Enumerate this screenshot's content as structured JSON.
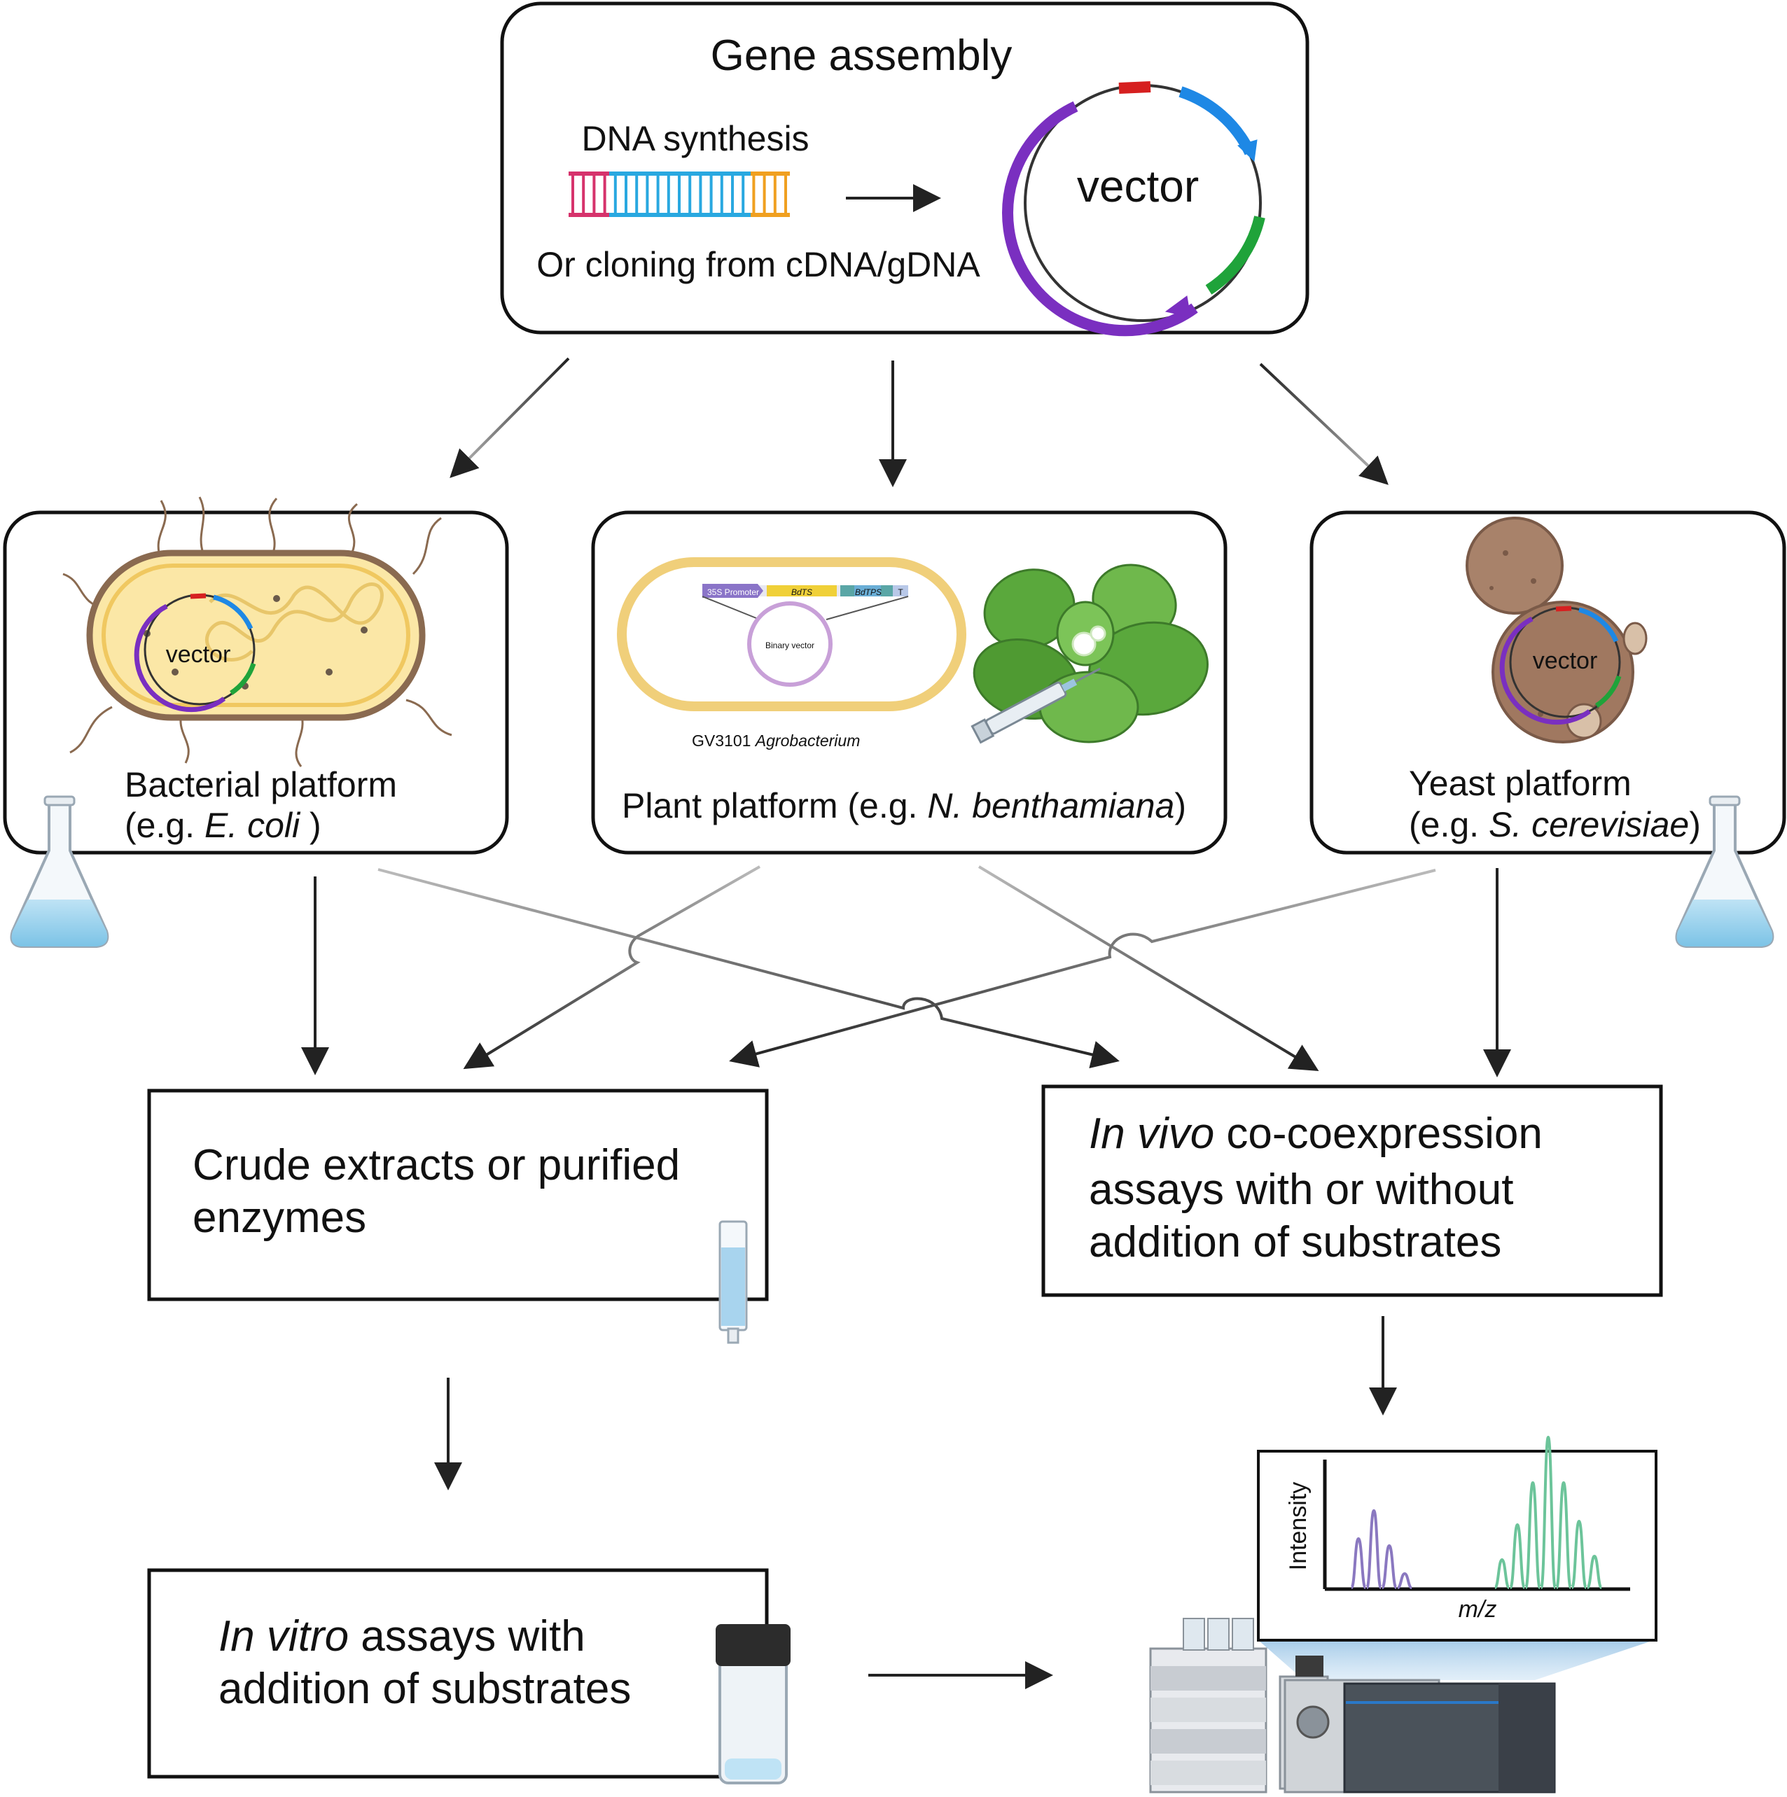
{
  "gene_assembly": {
    "title": "Gene assembly",
    "dna_synthesis": "DNA synthesis",
    "cloning": "Or cloning from cDNA/gDNA",
    "vector_label": "vector"
  },
  "platforms": {
    "bacterial": {
      "vector_label": "vector",
      "line1": "Bacterial platform",
      "line2_prefix": "(e.g. ",
      "line2_italic": "E. coli",
      "line2_suffix": " )"
    },
    "plant": {
      "binary_vector": "Binary vector",
      "agro_prefix": "GV3101 ",
      "agro_italic": "Agrobacterium",
      "line_prefix": "Plant platform (e.g. ",
      "line_italic": "N. benthamiana",
      "line_suffix": ")",
      "cassette": {
        "promoter": "35S Promoter",
        "gene_a": "BdTS",
        "gene_b": "BdTPS",
        "terminator": "T"
      }
    },
    "yeast": {
      "vector_label": "vector",
      "line1": "Yeast platform",
      "line2_prefix": "(e.g. ",
      "line2_italic": "S. cerevisiae",
      "line2_suffix": ")"
    }
  },
  "outcomes": {
    "crude": {
      "line1": "Crude extracts or purified",
      "line2": "enzymes"
    },
    "in_vivo": {
      "line1_italic": "In vivo",
      "line1_rest": " co-coexpression",
      "line2": "assays with or without",
      "line3": "addition of substrates"
    },
    "in_vitro": {
      "line1_italic": "In vitro",
      "line1_rest": " assays with",
      "line2": "addition of substrates"
    }
  },
  "ms_plot": {
    "ylabel": "Intensity",
    "xlabel": "m/z"
  },
  "colors": {
    "dna_left": "#d6336c",
    "dna_mid": "#29a8e0",
    "dna_right": "#f0a020",
    "plasmid_purple": "#7a2fc0",
    "plasmid_blue": "#1e88e5",
    "plasmid_green": "#1fa33a",
    "plasmid_red": "#d62020",
    "bacteria_fill": "#fbe7a6",
    "bacteria_edge": "#8a6a50",
    "yeast_fill": "#a07860",
    "leaf_green": "#5aa83c",
    "peak_purple": "#8a78c0",
    "peak_green": "#6cc49a"
  }
}
